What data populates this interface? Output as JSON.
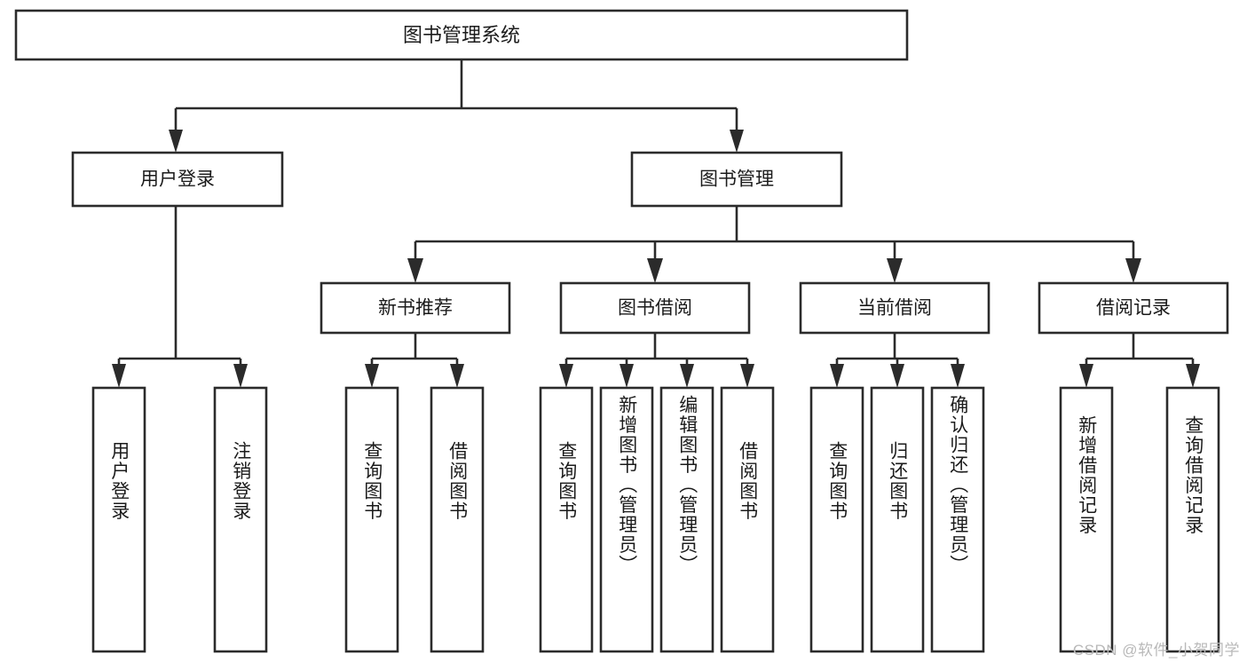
{
  "diagram": {
    "type": "tree",
    "title": "图书管理系统",
    "orientation": "top-down",
    "watermark": "CSDN @软件_小贺同学",
    "colors": {
      "box_stroke": "#2b2b2b",
      "box_fill": "#ffffff",
      "connector": "#2b2b2b",
      "text": "#1b1b1b",
      "background": "#ffffff",
      "watermark": "#b9b9b9"
    }
  },
  "nodes": {
    "root": {
      "label": "图书管理系统"
    },
    "level2": [
      {
        "id": "user-login",
        "label": "用户登录"
      },
      {
        "id": "book-manage",
        "label": "图书管理"
      }
    ],
    "level3": [
      {
        "id": "new-book-recommend",
        "label": "新书推荐",
        "parent": "book-manage"
      },
      {
        "id": "book-borrow",
        "label": "图书借阅",
        "parent": "book-manage"
      },
      {
        "id": "current-borrow",
        "label": "当前借阅",
        "parent": "book-manage"
      },
      {
        "id": "borrow-record",
        "label": "借阅记录",
        "parent": "book-manage"
      }
    ],
    "leaves": [
      {
        "id": "leaf-user-login",
        "label": "用户登录",
        "parent": "user-login"
      },
      {
        "id": "leaf-logout",
        "label": "注销登录",
        "parent": "user-login"
      },
      {
        "id": "leaf-query-book-1",
        "label": "查询图书",
        "parent": "new-book-recommend"
      },
      {
        "id": "leaf-borrow-book-1",
        "label": "借阅图书",
        "parent": "new-book-recommend"
      },
      {
        "id": "leaf-query-book-2",
        "label": "查询图书",
        "parent": "book-borrow"
      },
      {
        "id": "leaf-add-book",
        "label": "新增图书（管理员）",
        "parent": "book-borrow"
      },
      {
        "id": "leaf-edit-book",
        "label": "编辑图书（管理员）",
        "parent": "book-borrow"
      },
      {
        "id": "leaf-borrow-book-2",
        "label": "借阅图书",
        "parent": "book-borrow"
      },
      {
        "id": "leaf-query-book-3",
        "label": "查询图书",
        "parent": "current-borrow"
      },
      {
        "id": "leaf-return-book",
        "label": "归还图书",
        "parent": "current-borrow"
      },
      {
        "id": "leaf-confirm-return",
        "label": "确认归还（管理员）",
        "parent": "current-borrow"
      },
      {
        "id": "leaf-add-record",
        "label": "新增借阅记录",
        "parent": "borrow-record"
      },
      {
        "id": "leaf-query-record",
        "label": "查询借阅记录",
        "parent": "borrow-record"
      }
    ]
  }
}
